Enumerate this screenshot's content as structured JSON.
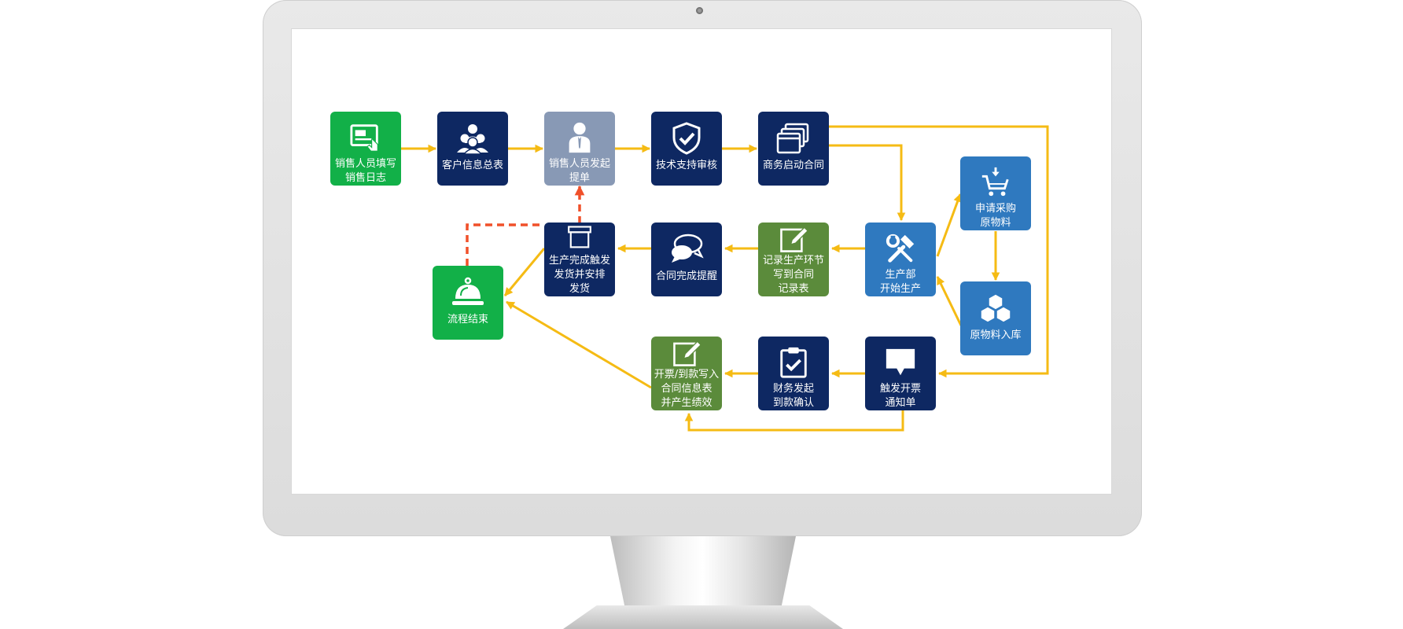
{
  "colors": {
    "green": "#12b048",
    "navy": "#0e2862",
    "gray": "#8899b5",
    "blue": "#2f79bf",
    "olive": "#5b8b3b",
    "arrow": "#f5bb14",
    "dashed_arrow": "#f0502a"
  },
  "nodes": {
    "fill_sales_log": {
      "label": "销售人员填写\n销售日志",
      "icon": "form-icon"
    },
    "customer_summary": {
      "label": "客户信息总表",
      "icon": "users-icon"
    },
    "initiate_order": {
      "label": "销售人员发起\n提单",
      "icon": "person-icon"
    },
    "tech_review": {
      "label": "技术支持审核",
      "icon": "shield-check-icon"
    },
    "business_contract": {
      "label": "商务启动合同",
      "icon": "windows-icon"
    },
    "production_start": {
      "label": "生产部\n开始生产",
      "icon": "tools-icon"
    },
    "purchase_request": {
      "label": "申请采购\n原物料",
      "icon": "cart-icon"
    },
    "material_in": {
      "label": "原物料入库",
      "icon": "boxes-icon"
    },
    "record_production": {
      "label": "记录生产环节\n写到合同\n记录表",
      "icon": "edit-icon"
    },
    "contract_reminder": {
      "label": "合同完成提醒",
      "icon": "chat-icon"
    },
    "ship_arrange": {
      "label": "生产完成触发\n发货并安排\n发货",
      "icon": "box-icon"
    },
    "process_end": {
      "label": "流程结束",
      "icon": "bell-icon"
    },
    "invoice_notice": {
      "label": "触发开票\n通知单",
      "icon": "message-icon"
    },
    "payment_confirm": {
      "label": "财务发起\n到款确认",
      "icon": "clipboard-icon"
    },
    "invoice_record": {
      "label": "开票/到款写入\n合同信息表\n并产生绩效",
      "icon": "edit-icon"
    }
  }
}
